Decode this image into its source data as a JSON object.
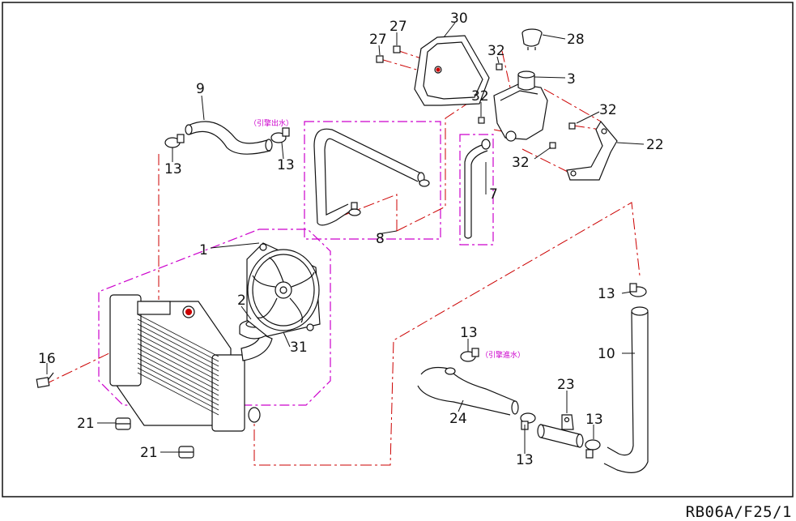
{
  "diagram": {
    "footer_code": "RB06A/F25/1",
    "notes": {
      "engine_outlet": "（引擎出水）",
      "engine_inlet": "（引擎進水）"
    },
    "callouts": {
      "c1": "1",
      "c2": "2",
      "c3": "3",
      "c7": "7",
      "c8": "8",
      "c9": "9",
      "c10": "10",
      "c13a": "13",
      "c13b": "13",
      "c13c": "13",
      "c13d": "13",
      "c13e": "13",
      "c13f": "13",
      "c16": "16",
      "c21a": "21",
      "c21b": "21",
      "c22": "22",
      "c23": "23",
      "c24": "24",
      "c27a": "27",
      "c27b": "27",
      "c28": "28",
      "c30": "30",
      "c31": "31",
      "c32a": "32",
      "c32b": "32",
      "c32c": "32",
      "c32d": "32"
    },
    "colors": {
      "line": "#111111",
      "group_outline": "#cc00cc",
      "leader": "#cc0000"
    }
  }
}
